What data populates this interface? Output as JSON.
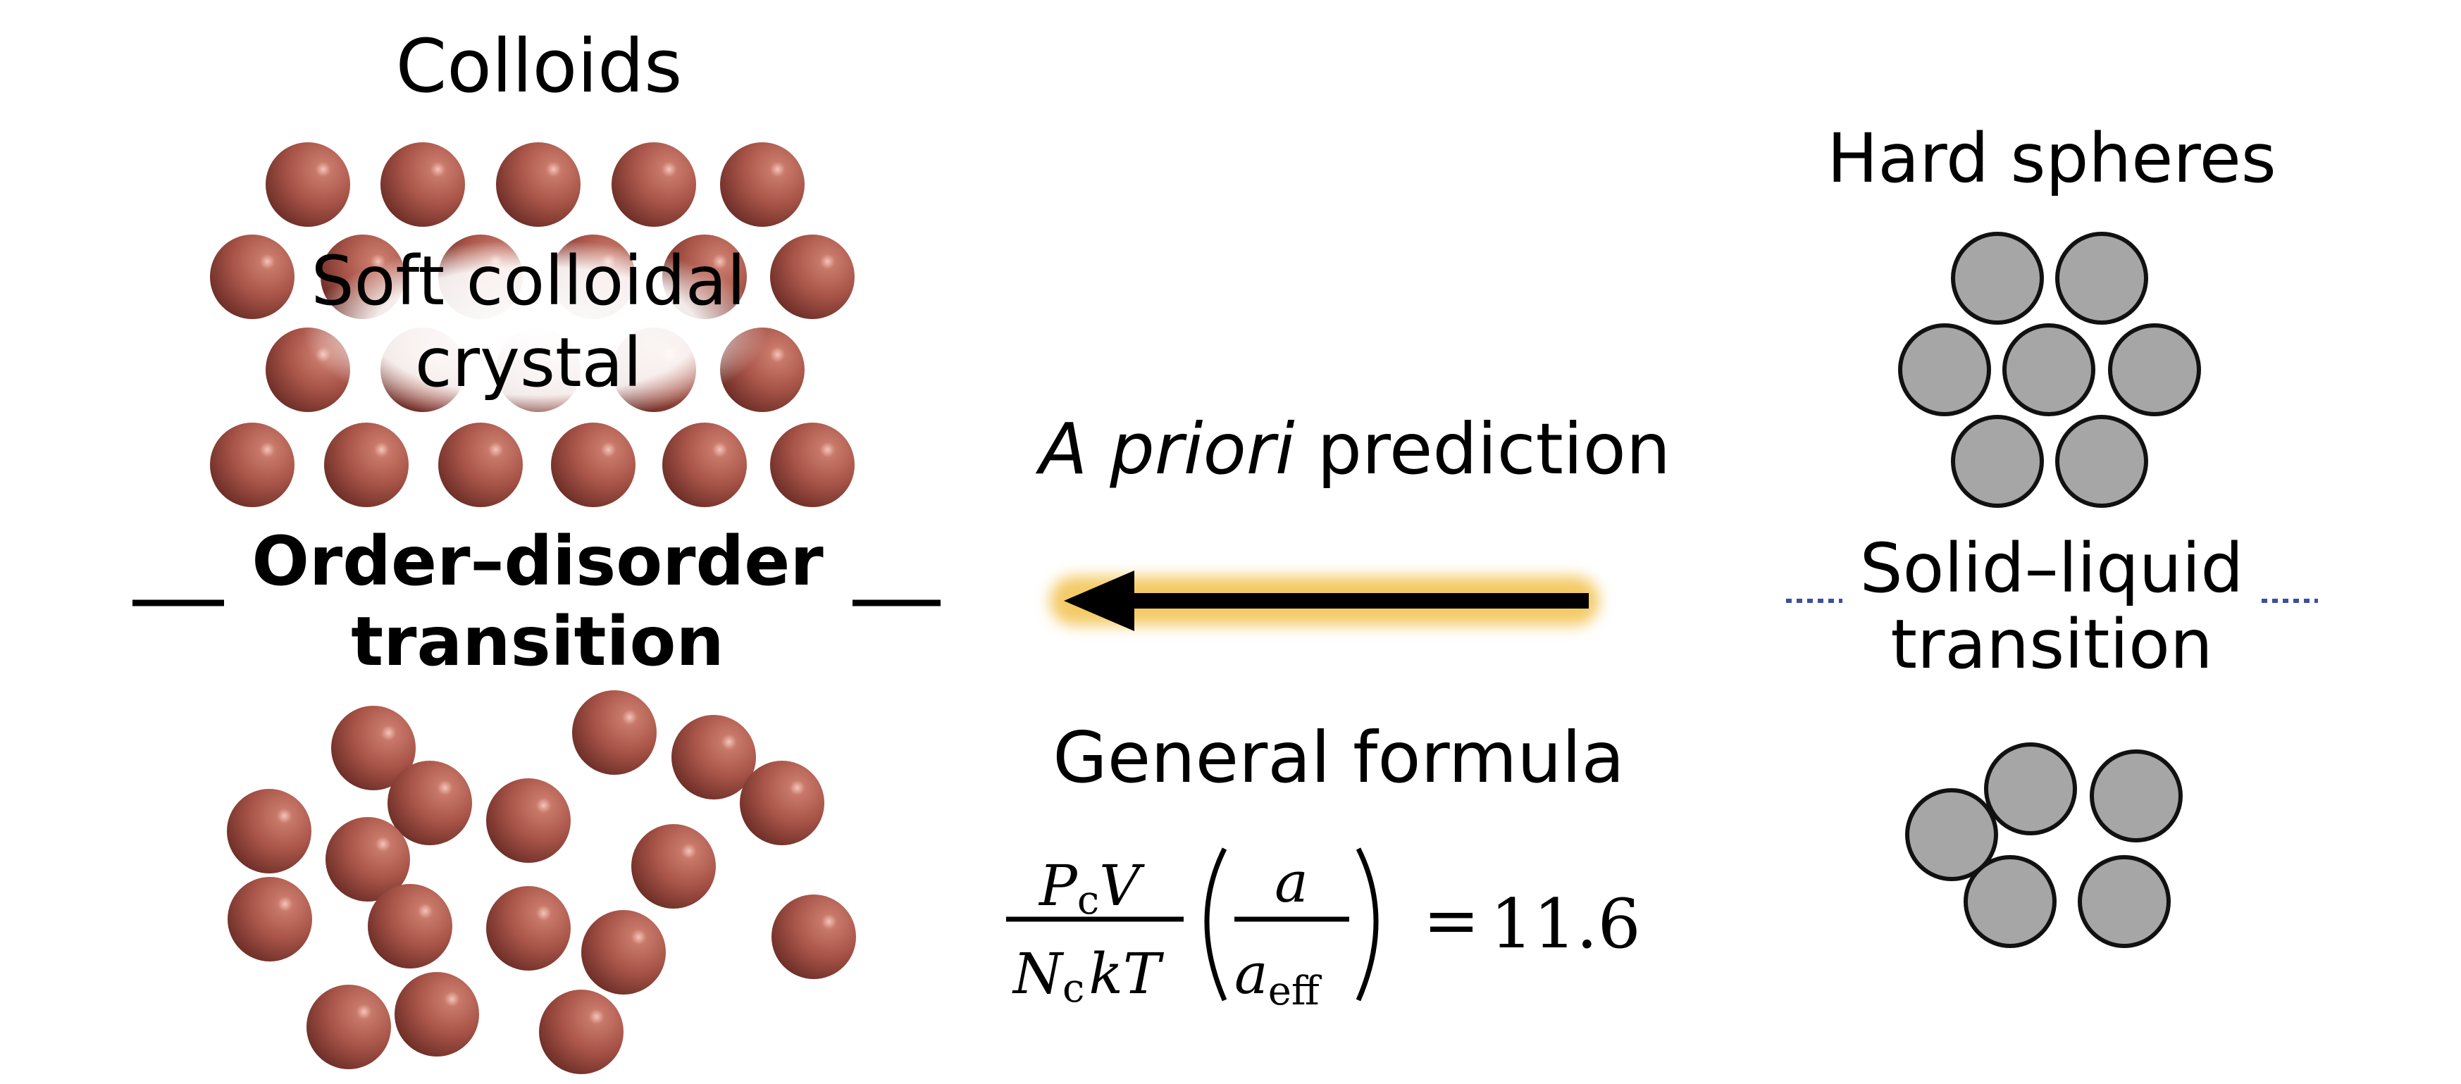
{
  "colors": {
    "sphere_fill": "#a85448",
    "sphere_highlight": "#f4c4b8",
    "hard_sphere_fill": "#a6a6a6",
    "hard_sphere_stroke": "#111111",
    "arrow": "#000000",
    "arrow_glow": "#f2c14b",
    "dotted_line": "#3b4fa0",
    "text": "#000000"
  },
  "left": {
    "title": "Colloids",
    "crystal_label_line1": "Soft colloidal",
    "crystal_label_line2": "crystal",
    "transition_line1": "Order–disorder",
    "transition_line2": "transition"
  },
  "middle": {
    "prediction_italic": "A priori",
    "prediction_rest": " prediction",
    "formula_heading": "General formula",
    "formula": {
      "num_P": "P",
      "num_c": "c",
      "num_V": "V",
      "den_N": "N",
      "den_c": "c",
      "den_kT": "kT",
      "paren_num": "a",
      "paren_den_a": "a",
      "paren_den_sub": "eff",
      "equals": "=",
      "value": "11.6"
    }
  },
  "right": {
    "title": "Hard spheres",
    "transition_line1": "Solid–liquid",
    "transition_line2": "transition"
  }
}
